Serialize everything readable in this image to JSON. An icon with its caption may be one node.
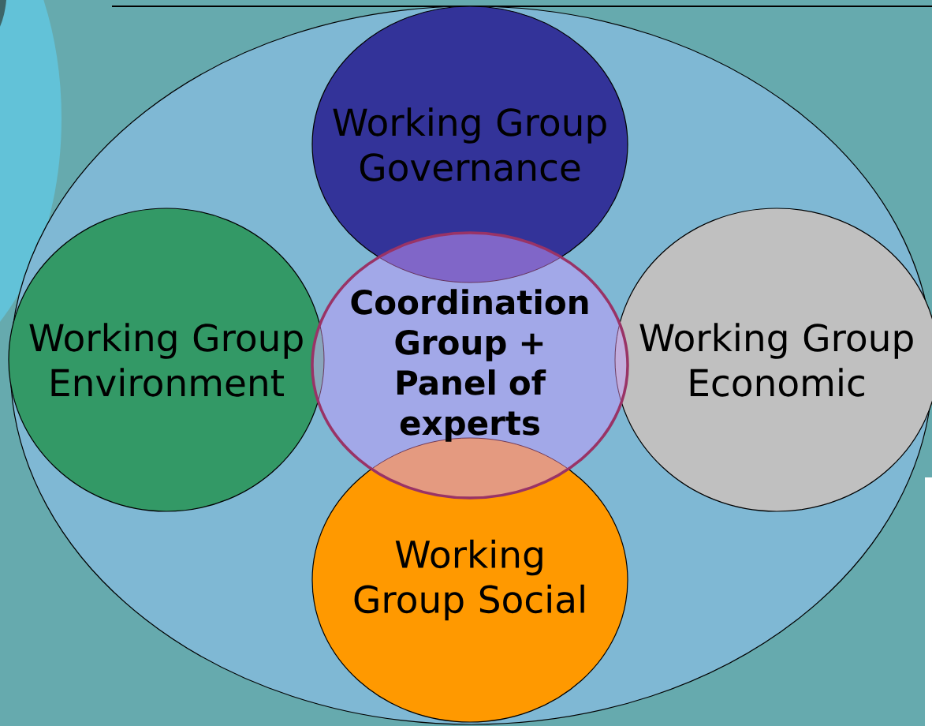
{
  "diagram": {
    "nodes": [
      {
        "text": [],
        "shape": "ellipse"
      },
      {
        "text": [
          "Working Group Governance"
        ],
        "in": 0
      },
      {
        "text": [
          "Working Group Environment"
        ],
        "in": 0
      },
      {
        "text": [
          "Coordination Group + Panel of experts"
        ],
        "in": 0
      },
      {
        "text": [
          "Working Group Economic"
        ],
        "in": 0
      },
      {
        "text": [
          "Working Group Social"
        ],
        "in": 0
      }
    ]
  }
}
